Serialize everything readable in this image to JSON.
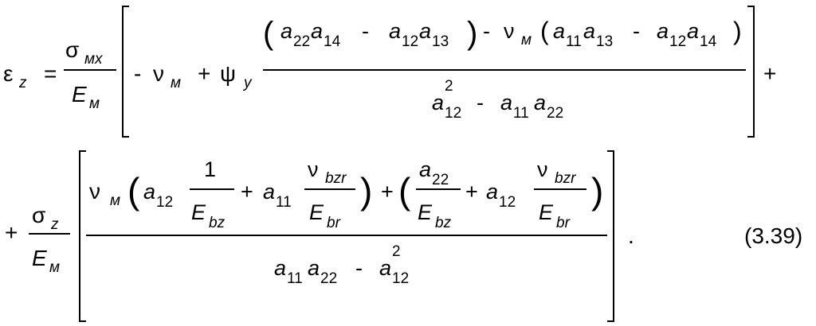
{
  "equation": {
    "number": "(3.39)",
    "line1": {
      "lhs_base": "ε",
      "lhs_sub": "z",
      "equals": "=",
      "coef_num_base": "σ",
      "coef_num_sub": "мx",
      "coef_den_base": "E",
      "coef_den_sub": "м",
      "minus": "-",
      "plus": "+",
      "nu": "ν",
      "nu_sub": "м",
      "psi": "ψ",
      "psi_sub": "y",
      "a": "a",
      "s22": "22",
      "s14": "14",
      "s12": "12",
      "s13": "13",
      "s11": "11",
      "exp2": "2",
      "lp": "(",
      "rp": ")",
      "trailing_plus": "+"
    },
    "line2": {
      "lead_plus": "+",
      "coef_num_base": "σ",
      "coef_num_sub": "z",
      "coef_den_base": "E",
      "coef_den_sub": "м",
      "nu": "ν",
      "nu_sub": "м",
      "one": "1",
      "E": "E",
      "E_sub_bz": "bz",
      "E_sub_br": "br",
      "nu_bzr_sub": "bzr",
      "a": "a",
      "s12": "12",
      "s11": "11",
      "s22": "22",
      "exp2": "2",
      "plus": "+",
      "minus": "-",
      "lp": "(",
      "rp": ")",
      "period": "."
    }
  }
}
